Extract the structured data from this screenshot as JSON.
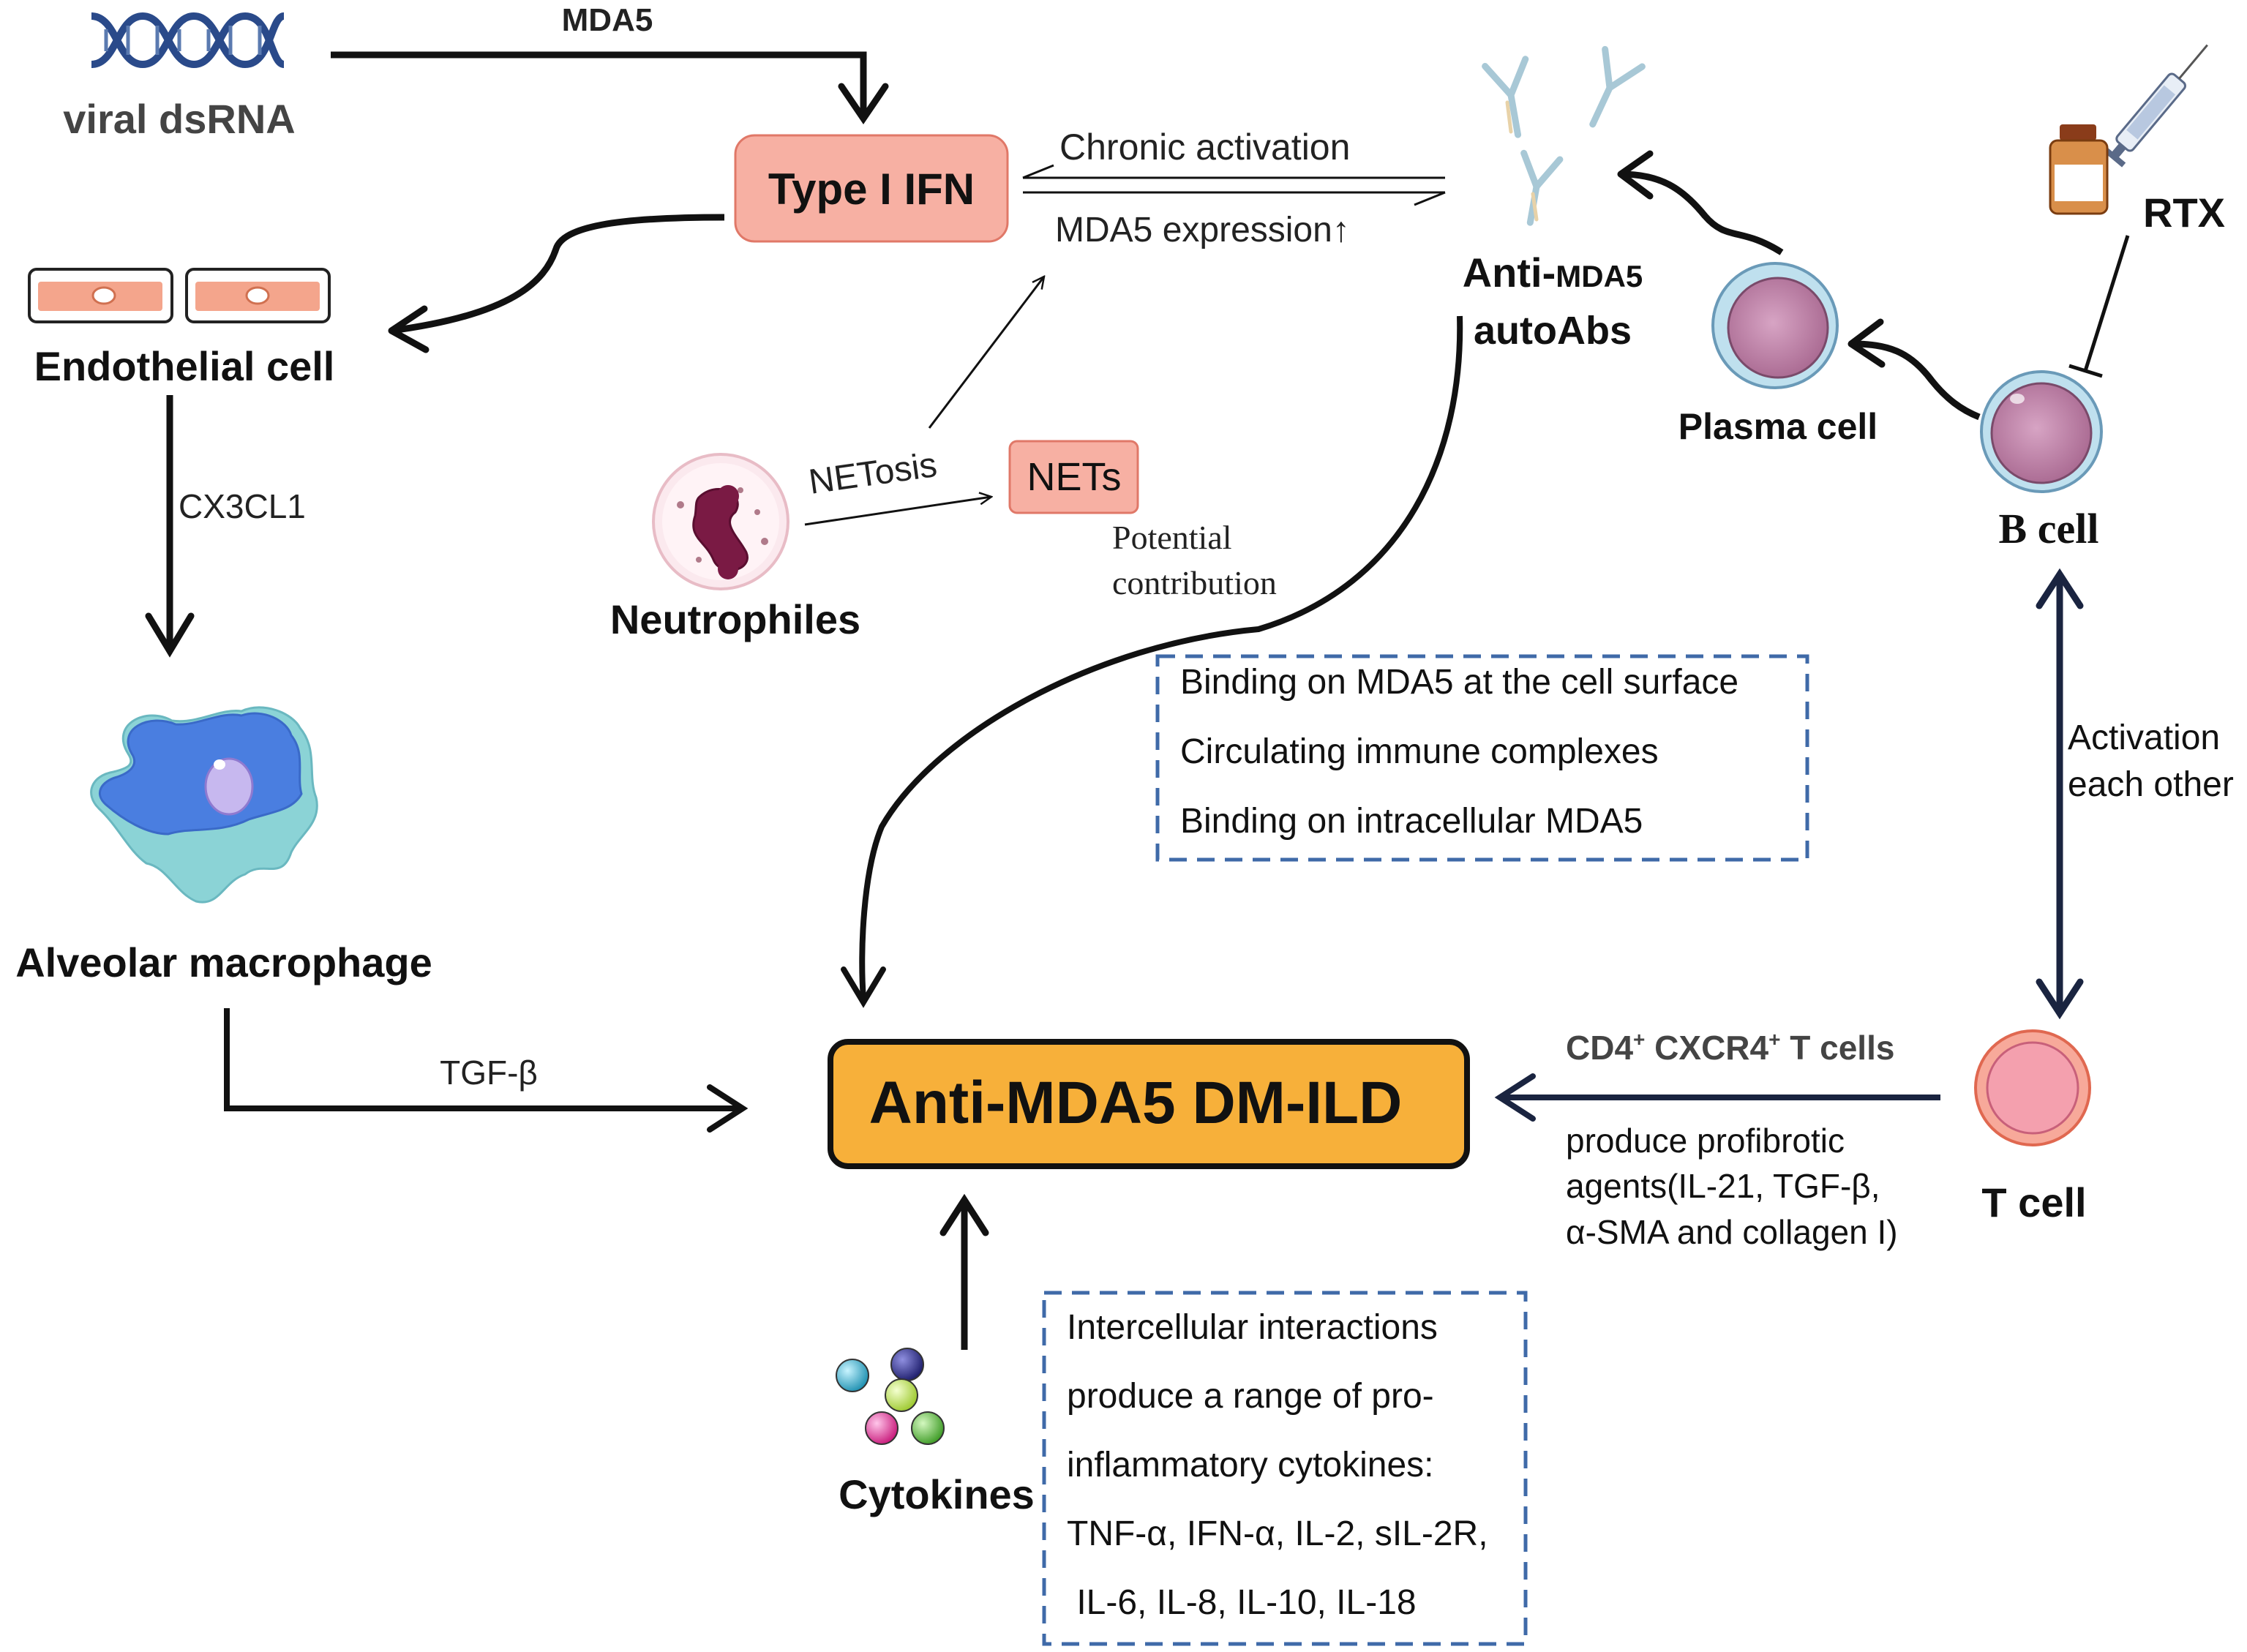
{
  "nodes": {
    "viral_dsrna": "viral dsRNA",
    "mda5_top": "MDA5",
    "type1_ifn": "Type I IFN",
    "chronic_activation": "Chronic activation",
    "mda5_expression": "MDA5 expression↑",
    "endothelial_cell": "Endothelial cell",
    "cx3cl1": "CX3CL1",
    "alveolar_macrophage": "Alveolar macrophage",
    "tgf_beta": "TGF-β",
    "netosis": "NETosis",
    "nets": "NETs",
    "potential_line1": "Potential",
    "potential_line2": "contribution",
    "neutrophiles": "Neutrophiles",
    "anti_prefix": "Anti-",
    "anti_mda5": "MDA5",
    "autoabs": "autoAbs",
    "rtx": "RTX",
    "plasma_cell": "Plasma cell",
    "b_cell": "B cell",
    "activation_line1": "Activation",
    "activation_line2": "each other",
    "t_cell": "T cell",
    "cd4_prefix": "CD4",
    "cd4_sup": "+",
    "cxcr4": " CXCR4",
    "cxcr4_sup": "+",
    "t_cells_suffix": " T cells",
    "produce_line1": "produce profibrotic",
    "produce_line2": "agents(IL-21, TGF-β,",
    "produce_line3": "α-SMA and collagen I)",
    "main_disease": "Anti-MDA5 DM-ILD",
    "cytokines": "Cytokines"
  },
  "binding_box": [
    "Binding on MDA5 at the cell surface",
    "Circulating immune complexes",
    "Binding on intracellular MDA5"
  ],
  "cytokine_box": [
    "Intercellular interactions",
    "produce a range of pro-",
    "inflammatory cytokines:",
    "TNF-α, IFN-α, IL-2, sIL-2R,",
    " IL-6, IL-8, IL-10, IL-18"
  ],
  "colors": {
    "ifn_fill": "#f7b0a3",
    "ifn_stroke": "#e07868",
    "disease_fill": "#f7b03a",
    "dashed_box": "#3f6aa8",
    "text_dark": "#333333"
  }
}
